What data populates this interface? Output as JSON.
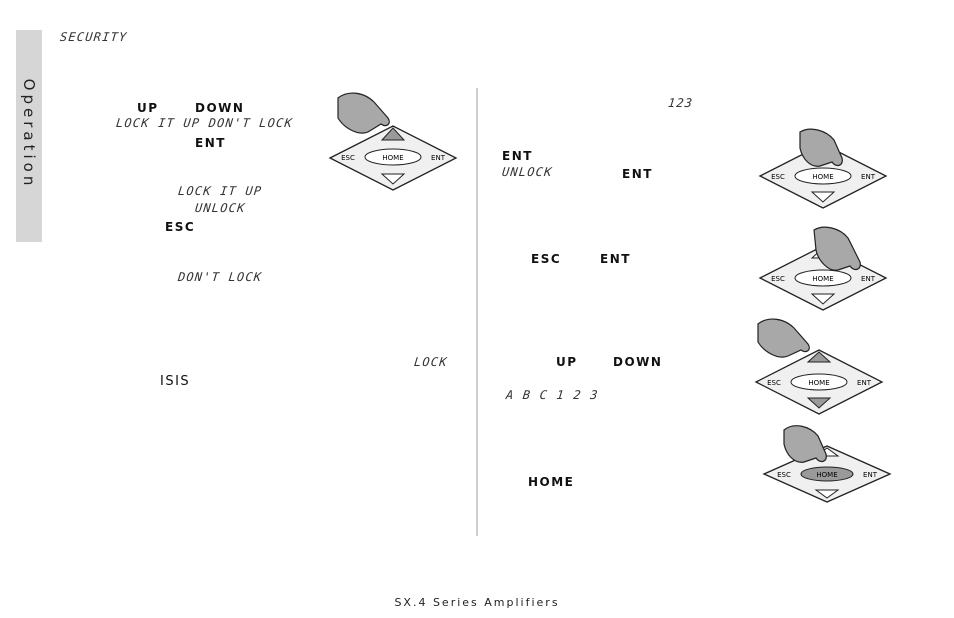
{
  "sidebar": {
    "section_tab": "Operation"
  },
  "header": {
    "section_title": "SECURITY"
  },
  "left_column": {
    "up": "UP",
    "down": "DOWN",
    "lock_options": "LOCK IT UP   DON'T LOCK",
    "ent": "ENT",
    "lock_it_up": "LOCK IT UP",
    "unlock": "UNLOCK",
    "esc": "ESC",
    "dont_lock": "DON'T LOCK",
    "lock": "LOCK",
    "isis": "ISIS"
  },
  "right_column": {
    "code_display": "123",
    "ent_1": "ENT",
    "unlock": "UNLOCK",
    "ent_2": "ENT",
    "esc": "ESC",
    "ent_3": "ENT",
    "up": "UP",
    "down": "DOWN",
    "chars": "A B C  1 2 3",
    "home": "HOME"
  },
  "keypad": {
    "esc": "ESC",
    "home": "HOME",
    "ent": "ENT"
  },
  "footer": {
    "text": "SX.4 Series Amplifiers"
  },
  "colors": {
    "tab_bg": "#d6d6d6",
    "divider": "#cfcfcf",
    "highlight": "#9a9a9a"
  }
}
